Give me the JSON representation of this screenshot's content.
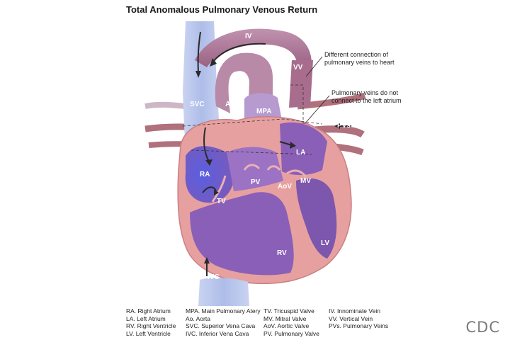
{
  "title": "Total Anomalous Pulmonary Venous Return",
  "labels": {
    "iv": "IV",
    "vv": "VV",
    "svc": "SVC",
    "ao": "Ao",
    "mpa": "MPA",
    "pvs": "PVs",
    "la": "LA",
    "ra": "RA",
    "pv": "PV",
    "aov": "AoV",
    "mv": "MV",
    "tv": "TV",
    "rv": "RV",
    "lv": "LV",
    "ivc": "IVC"
  },
  "annotations": {
    "connection_line1": "Different connection of",
    "connection_line2": "pulmonary veins to heart",
    "no_connect_line1": "Pulmonary veins do not",
    "no_connect_line2": "connect to the left atrium"
  },
  "legend": [
    [
      "RA. Right Atrium",
      "LA. Left Atrium",
      "RV. Right Ventricle",
      "LV. Left Ventricle"
    ],
    [
      "MPA. Main Pulmonary Atery",
      "Ao. Aorta",
      "SVC. Superior Vena Cava",
      "IVC. Inferior Vena Cava"
    ],
    [
      "TV. Tricuspid Valve",
      "MV. Mitral Valve",
      "AoV.  Aortic Valve",
      "PV. Pulmonary Valve"
    ],
    [
      "IV. Innominate Vein",
      "VV. Vertical Vein",
      "PVs. Pulmonary Veins"
    ]
  ],
  "watermark": "CDC",
  "colors": {
    "blue_vessel": "#b9c6ec",
    "purple_chamber": "#8a5fb8",
    "pink_muscle": "#e7a0a0",
    "mauve_vessel": "#a9718f",
    "background": "#ffffff"
  }
}
